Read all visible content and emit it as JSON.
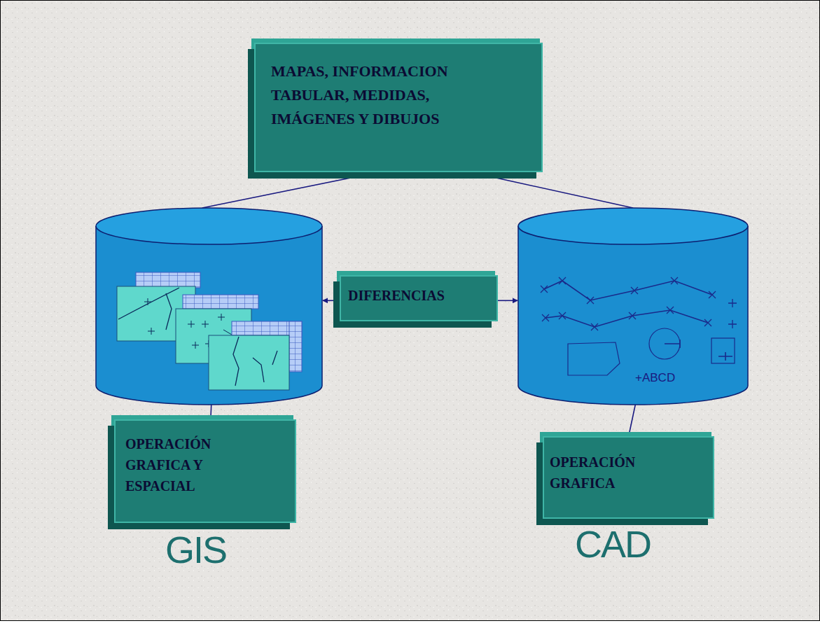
{
  "diagram": {
    "nodes": [
      {
        "text": [
          "MAPAS, INFORMACION TABULAR, MEDIDAS, IMÁGENES Y DIBUJOS"
        ]
      },
      {
        "text": [
          "GIS"
        ]
      },
      {
        "text": [
          "DIFERENCIAS"
        ]
      },
      {
        "text": [
          "+ABCD",
          "CAD"
        ]
      },
      {
        "text": [
          "OPERACIÓN GRAFICA Y ESPACIAL"
        ]
      },
      {
        "text": [
          "OPERACIÓN GRAFICA"
        ]
      }
    ],
    "edges": [
      {
        "from": 0,
        "to": 1,
        "arrow": "none"
      },
      {
        "from": 0,
        "to": 3,
        "arrow": "none"
      },
      {
        "from": 2,
        "to": 1,
        "arrow": "to"
      },
      {
        "from": 2,
        "to": 3,
        "arrow": "to"
      },
      {
        "from": 1,
        "to": 4,
        "arrow": "none"
      },
      {
        "from": 3,
        "to": 5,
        "arrow": "none"
      }
    ]
  }
}
